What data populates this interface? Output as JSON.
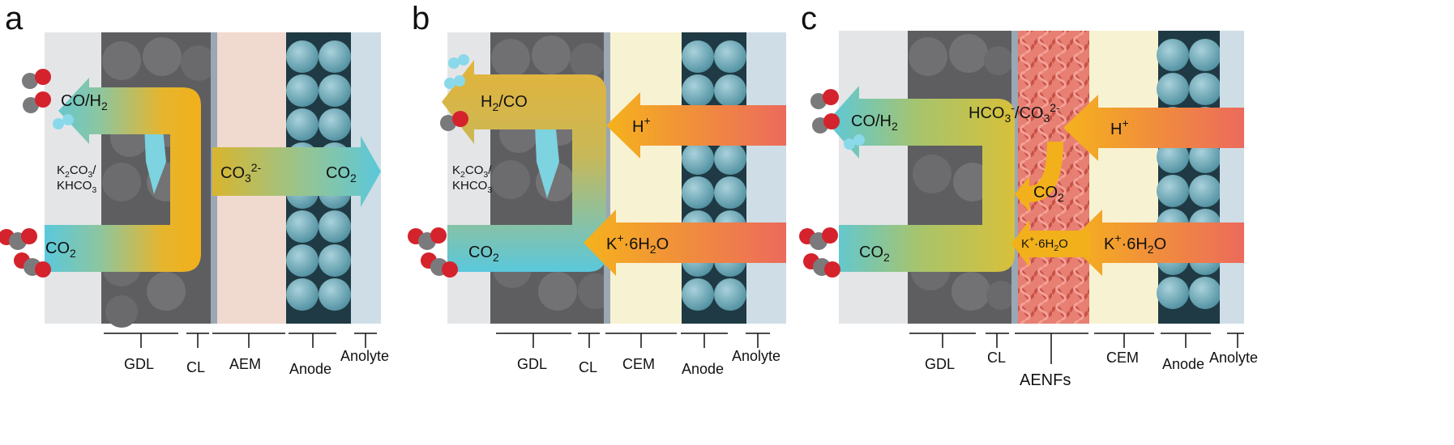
{
  "panels": [
    {
      "letter": "a",
      "arrows": [
        "CO/H",
        "CO",
        "CO",
        "CO"
      ],
      "salt": [
        "K",
        "CO",
        "/",
        "KHCO"
      ],
      "layers": [
        "GDL",
        "CL",
        "AEM",
        "Anode",
        "Anolyte"
      ]
    },
    {
      "letter": "b",
      "arrows": [
        "H",
        "/CO",
        "H",
        "K",
        "·6H",
        "O",
        "CO"
      ],
      "salt": [
        "K",
        "CO",
        "/",
        "KHCO"
      ],
      "layers": [
        "GDL",
        "CL",
        "CEM",
        "Anode",
        "Anolyte"
      ]
    },
    {
      "letter": "c",
      "arrows": [
        "CO/H",
        "HCO",
        "/CO",
        "H",
        "CO",
        "K",
        "·6H",
        "O",
        "K",
        "·6H",
        "O",
        "CO"
      ],
      "layers": [
        "GDL",
        "CL",
        "AENFs",
        "CEM",
        "Anode",
        "Anolyte"
      ]
    }
  ],
  "scripts": {
    "sub2": "2",
    "sub3": "3",
    "sup2minus": "2-",
    "supminus": "-",
    "supplus": "+"
  },
  "colors": {
    "gdl_bg": "#e4e5e7",
    "gdl_rod": "#6b6b6e",
    "ionomer": "#7dd3e0",
    "aem": "#f0d9cf",
    "cem": "#f7f2d2",
    "anode_ball": "#6fa7b6",
    "anolyte": "#cfdee6",
    "fibers": "#e0756a",
    "arrow_cyan": "#5ac8dc",
    "arrow_orange": "#f5b21c",
    "arrow_red": "#ec6a5c",
    "o_atom": "#d4232c",
    "c_atom": "#7a7a7c",
    "h_atom": "#8ad9ea"
  }
}
